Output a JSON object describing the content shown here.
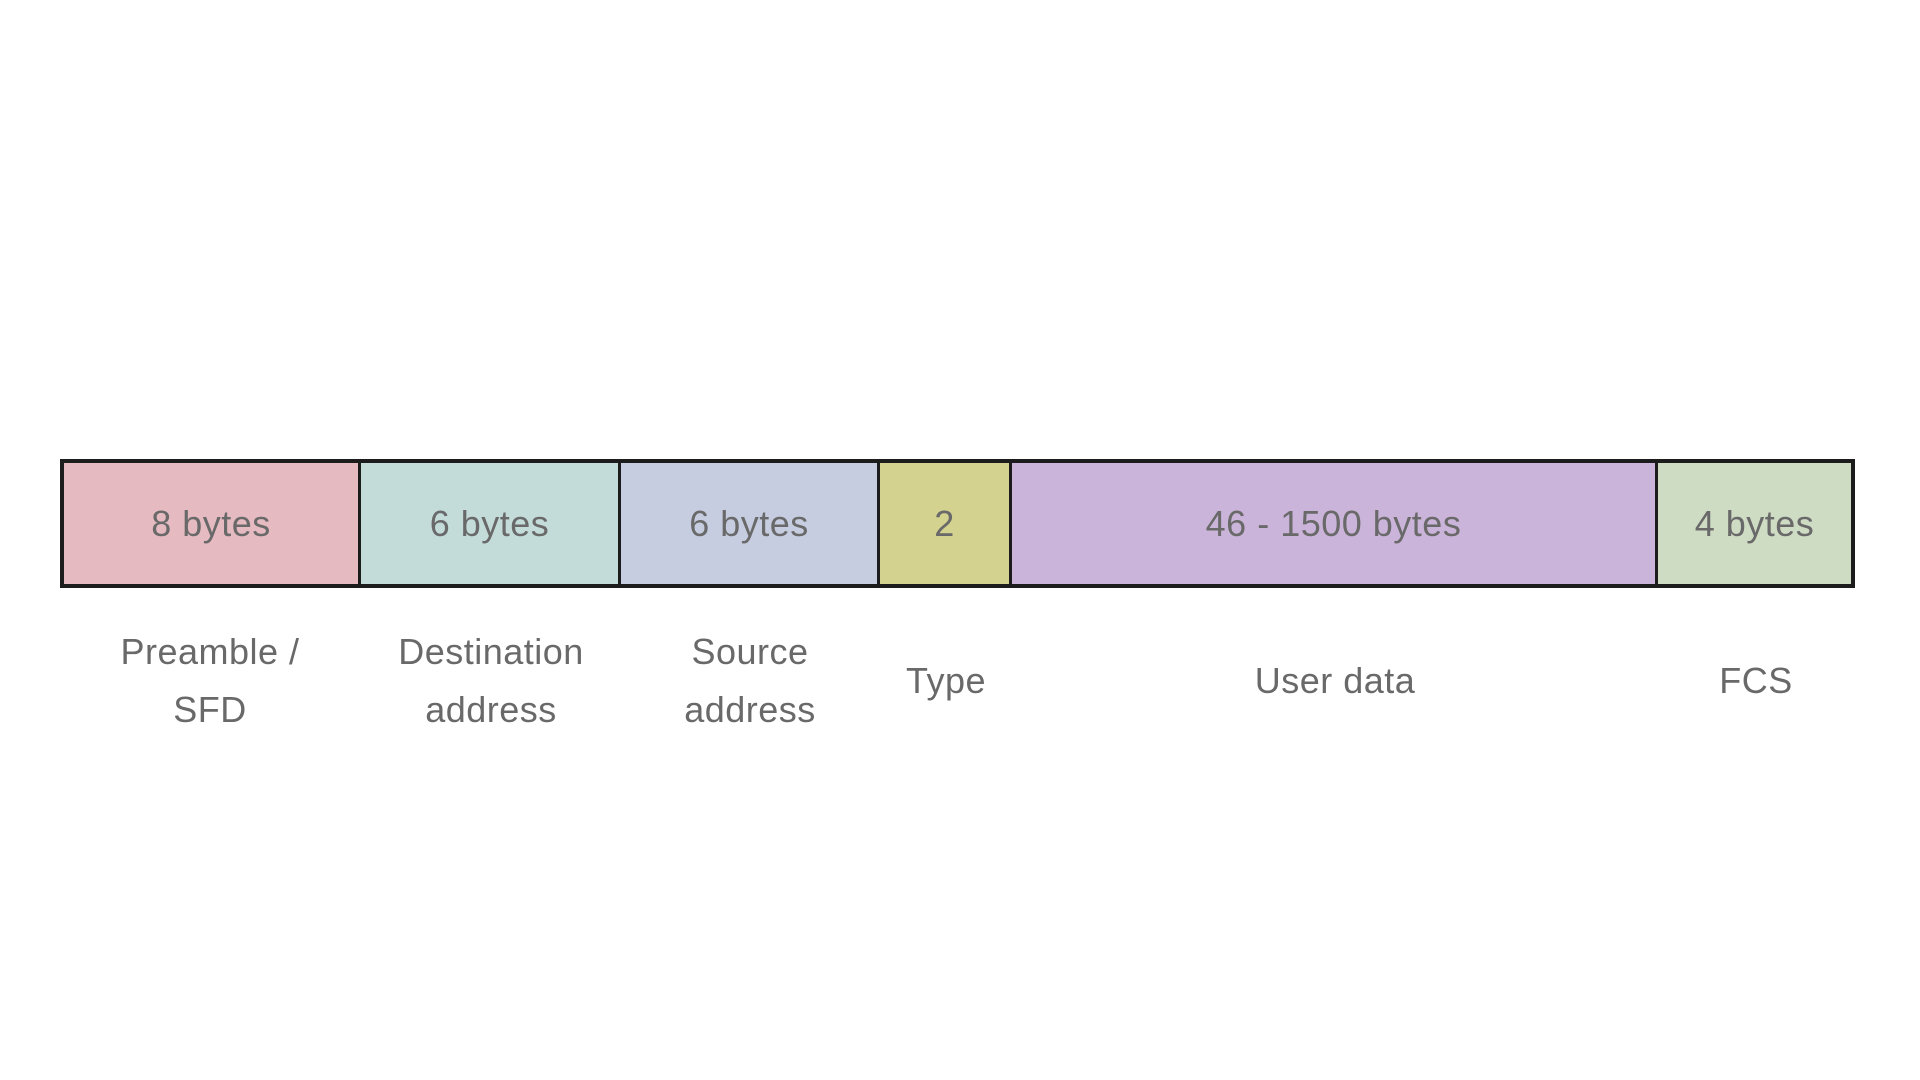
{
  "diagram": {
    "kind": "ethernet-frame-structure",
    "background_color": "#ffffff",
    "border_color": "#1c1c1c",
    "text_color": "#696969",
    "fields": [
      {
        "size": "8 bytes",
        "name": "Preamble /\nSFD",
        "color": "#e6bac1"
      },
      {
        "size": "6 bytes",
        "name": "Destination\naddress",
        "color": "#c3dcda"
      },
      {
        "size": "6 bytes",
        "name": "Source\naddress",
        "color": "#c6cde0"
      },
      {
        "size": "2",
        "name": "Type",
        "color": "#d4d28f"
      },
      {
        "size": "46 - 1500 bytes",
        "name": "User data",
        "color": "#cbb4d9"
      },
      {
        "size": "4 bytes",
        "name": "FCS",
        "color": "#cfdcc4"
      }
    ]
  }
}
